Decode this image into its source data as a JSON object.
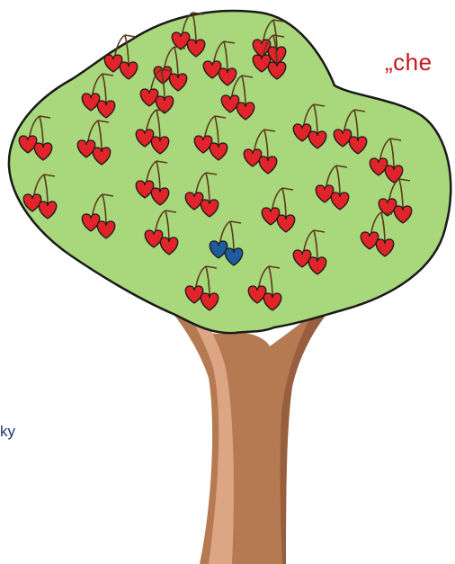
{
  "labels": {
    "top_right": "„che",
    "left": "ky"
  },
  "colors": {
    "canopy": "#a9d77c",
    "canopy_outline": "#1a1a1a",
    "trunk": "#b67a52",
    "trunk_highlight": "#dca583",
    "trunk_shadow": "#8a5436",
    "cherry_red": "#e0242a",
    "cherry_blue": "#1f5c9e",
    "stem": "#5a3a1a",
    "label_red": "#c4161c",
    "label_blue": "#1a3a6b"
  },
  "icons": {
    "cherry": "cherry-pair-icon",
    "odd_cherry": "blue-cherry-pair-icon",
    "tree": "tree-illustration"
  }
}
